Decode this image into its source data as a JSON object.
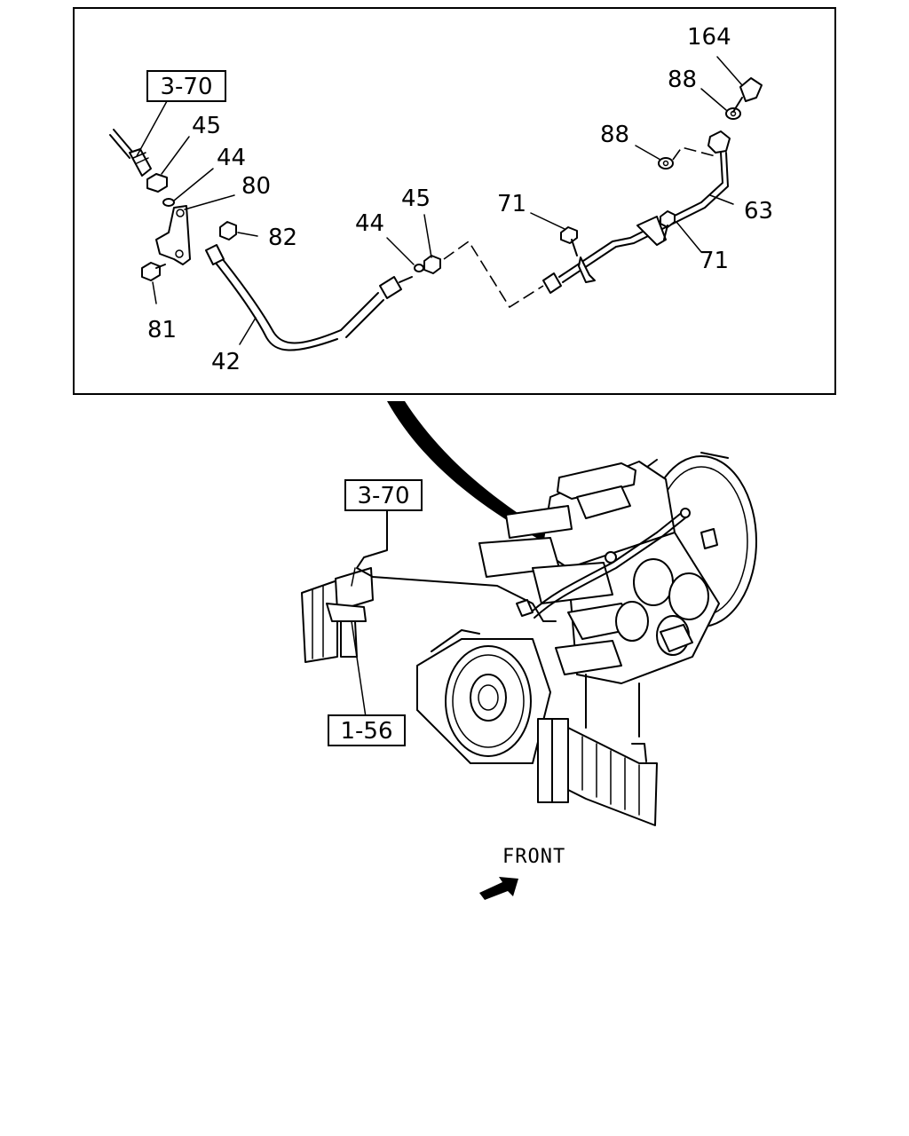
{
  "detail_view": {
    "labels": {
      "ref_3_70": "3-70",
      "p45_left": "45",
      "p44_left": "44",
      "p80": "80",
      "p82": "82",
      "p81": "81",
      "p42": "42",
      "p44_mid": "44",
      "p45_mid": "45",
      "p71_left": "71",
      "p71_right": "71",
      "p63": "63",
      "p88_upper": "88",
      "p88_lower": "88",
      "p164": "164"
    }
  },
  "engine_view": {
    "labels": {
      "ref_3_70": "3-70",
      "ref_1_56": "1-56"
    }
  },
  "orientation": {
    "front_label": "FRONT",
    "icon": "front-arrow-icon"
  }
}
